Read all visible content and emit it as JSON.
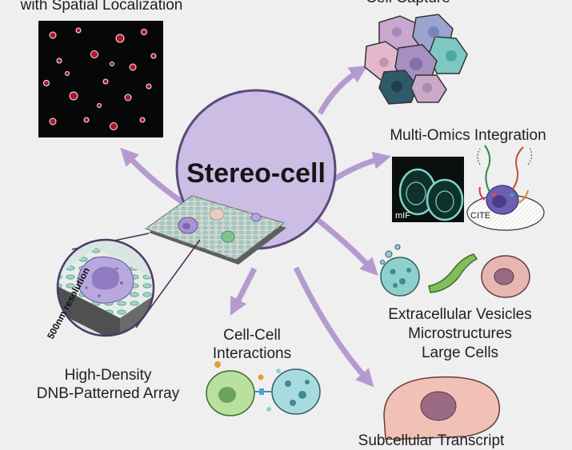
{
  "center": {
    "title": "Stereo-cell"
  },
  "top_left": {
    "label": "with Spatial Localization"
  },
  "top_right": {
    "label": "Cell Capture"
  },
  "multi_omics": {
    "label": "Multi-Omics Integration",
    "mif_tag": "mIF",
    "cite_tag": "CITE"
  },
  "vesicles": {
    "line1": "Extracellular Vesicles",
    "line2": "Microstructures",
    "line3": "Large Cells"
  },
  "interactions": {
    "line1": "Cell-Cell",
    "line2": "Interactions"
  },
  "array": {
    "line1": "High-Density",
    "line2": "DNB-Patterned Array",
    "resolution": "500nm resolution"
  },
  "bottom": {
    "label": "Subcellular Transcript"
  },
  "colors": {
    "arrow": "#b59ad0",
    "center_fill": "#cbbde3",
    "center_stroke": "#5a4a7c",
    "background": "#efefef"
  }
}
